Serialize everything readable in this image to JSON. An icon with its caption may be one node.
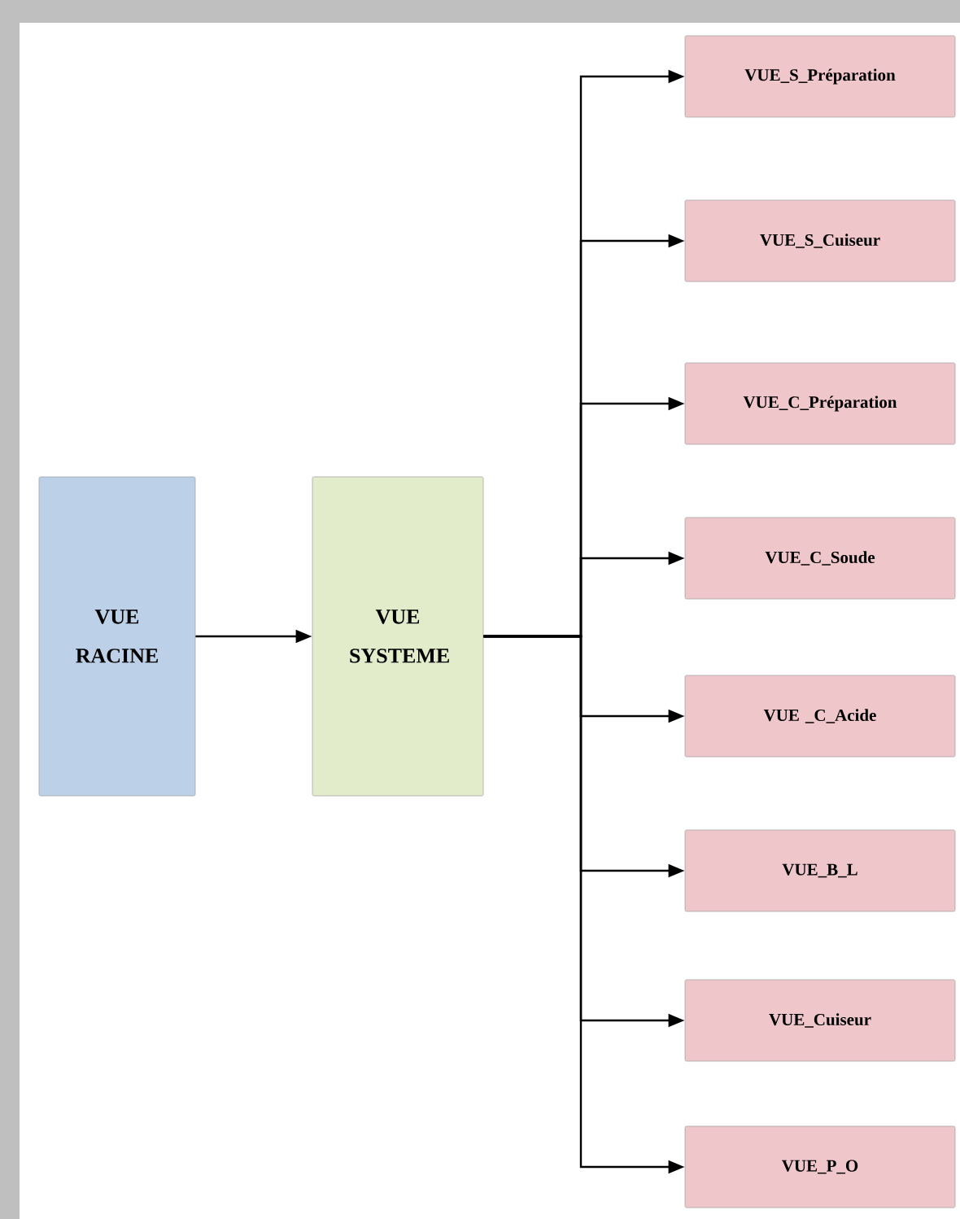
{
  "diagram": {
    "nodes": [
      {
        "text": [
          "VUE RACINE"
        ]
      },
      {
        "text": [
          "VUE SYSTEME"
        ]
      },
      {
        "text": [
          "VUE_S_Préparation"
        ]
      },
      {
        "text": [
          "VUE_S_Cuiseur"
        ]
      },
      {
        "text": [
          "VUE_C_Préparation"
        ]
      },
      {
        "text": [
          "VUE_C_Soude"
        ]
      },
      {
        "text": [
          "VUE _C_Acide"
        ]
      },
      {
        "text": [
          "VUE_B_L"
        ]
      },
      {
        "text": [
          "VUE_Cuiseur"
        ]
      },
      {
        "text": [
          "VUE_P_O"
        ]
      }
    ],
    "edges": [
      {
        "from": 0,
        "to": 1,
        "arrow": "to"
      },
      {
        "from": 1,
        "to": 2,
        "arrow": "to"
      },
      {
        "from": 1,
        "to": 3,
        "arrow": "to"
      },
      {
        "from": 1,
        "to": 4,
        "arrow": "to"
      },
      {
        "from": 1,
        "to": 5,
        "arrow": "to"
      },
      {
        "from": 1,
        "to": 6,
        "arrow": "to"
      },
      {
        "from": 1,
        "to": 7,
        "arrow": "to"
      },
      {
        "from": 1,
        "to": 8,
        "arrow": "to"
      },
      {
        "from": 1,
        "to": 9,
        "arrow": "to"
      }
    ]
  }
}
